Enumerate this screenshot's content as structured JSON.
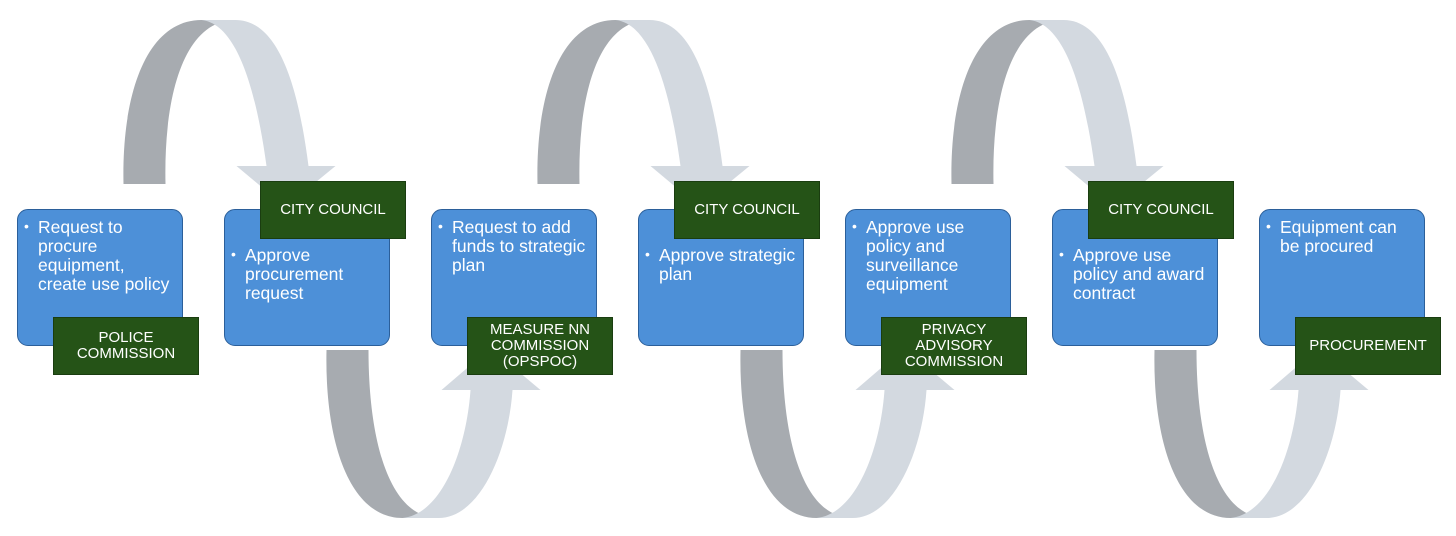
{
  "colors": {
    "step_fill": "#4d90d8",
    "label_fill": "#255317",
    "arrow_dark": "#a7abb0",
    "arrow_light": "#d3d9e0"
  },
  "steps": [
    {
      "text": "Request to procure equipment, create use policy",
      "label": "POLICE\nCOMMISSION",
      "label_pos": "bottom"
    },
    {
      "text": "Approve procurement request",
      "label": "CITY COUNCIL",
      "label_pos": "top"
    },
    {
      "text": "Request to add funds to strategic plan",
      "label": "MEASURE NN\nCOMMISSION\n(OPSPOC)",
      "label_pos": "bottom"
    },
    {
      "text": "Approve strategic plan",
      "label": "CITY COUNCIL",
      "label_pos": "top"
    },
    {
      "text": "Approve use policy and surveillance equipment",
      "label": "PRIVACY\nADVISORY\nCOMMISSION",
      "label_pos": "bottom"
    },
    {
      "text": "Approve use policy and award contract",
      "label": "CITY COUNCIL",
      "label_pos": "top"
    },
    {
      "text": "Equipment can be procured",
      "label": "PROCUREMENT",
      "label_pos": "bottom"
    }
  ],
  "connectors": [
    {
      "from": 1,
      "to": 2,
      "direction": "down"
    },
    {
      "from": 2,
      "to": 3,
      "direction": "up"
    },
    {
      "from": 3,
      "to": 4,
      "direction": "down"
    },
    {
      "from": 4,
      "to": 5,
      "direction": "up"
    },
    {
      "from": 5,
      "to": 6,
      "direction": "down"
    },
    {
      "from": 6,
      "to": 7,
      "direction": "up"
    }
  ]
}
